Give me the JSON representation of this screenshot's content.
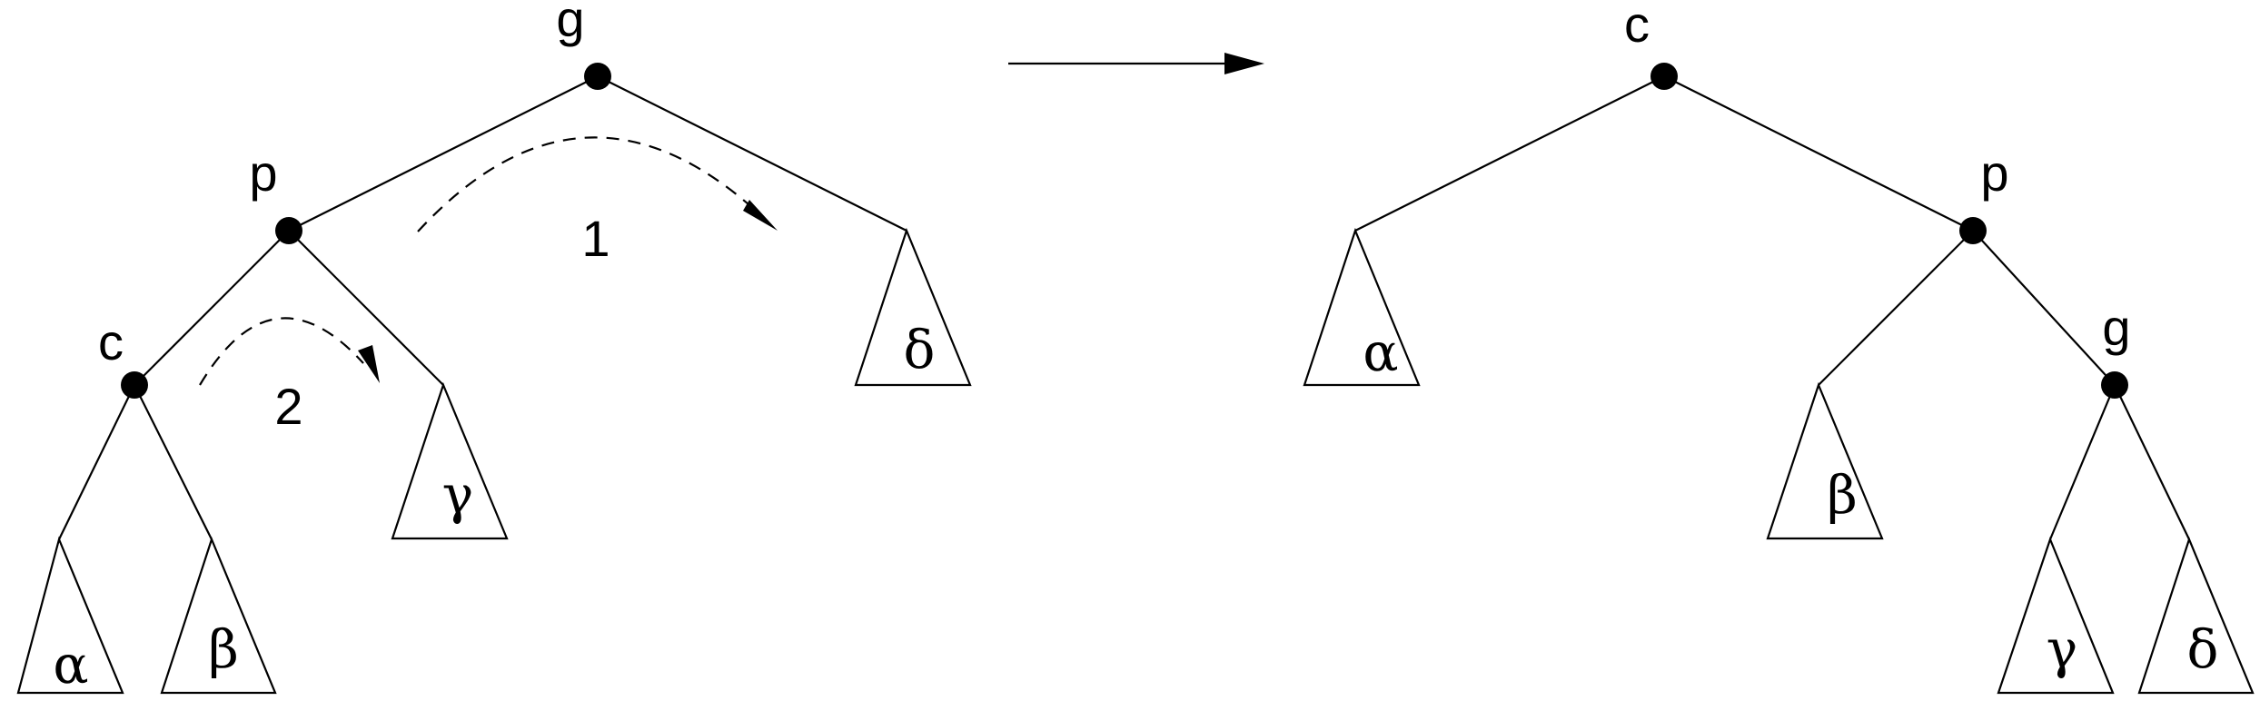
{
  "before": {
    "nodes": {
      "g": "g",
      "p": "p",
      "c": "c"
    },
    "subtrees": {
      "alpha": "α",
      "beta": "β",
      "gamma": "γ",
      "delta": "δ"
    },
    "rotations": {
      "first": "1",
      "second": "2"
    }
  },
  "after": {
    "nodes": {
      "c": "c",
      "p": "p",
      "g": "g"
    },
    "subtrees": {
      "alpha": "α",
      "beta": "β",
      "gamma": "γ",
      "delta": "δ"
    }
  },
  "colors": {
    "stroke": "#000000",
    "background": "#ffffff"
  }
}
